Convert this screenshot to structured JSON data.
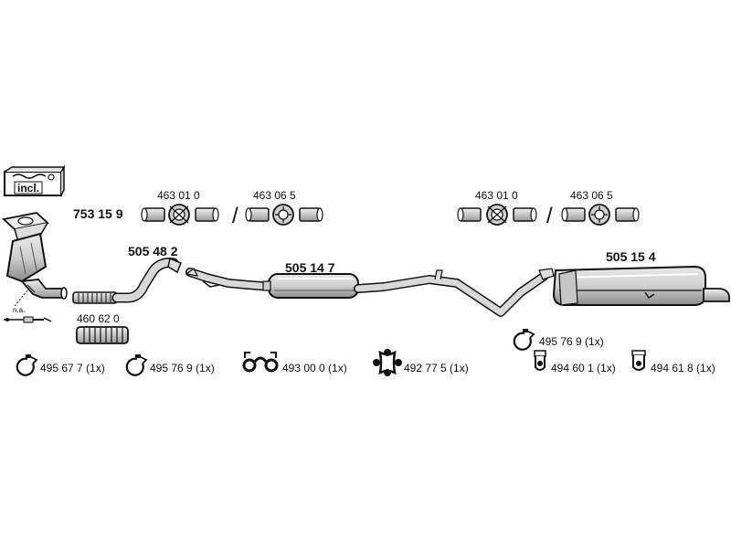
{
  "colors": {
    "ink": "#111111",
    "fill_light": "#dcdcdc",
    "fill_mid": "#9a9a9a",
    "background": "#ffffff"
  },
  "kit_box": {
    "label": "incl."
  },
  "parts": {
    "catalyst": {
      "number": "753 15 9"
    },
    "front_pipe": {
      "number": "505 48 2"
    },
    "flex_pipe": {
      "number": "460 62 0"
    },
    "middle_silencer": {
      "number": "505 14 7"
    },
    "rear_silencer": {
      "number": "505 15 4"
    },
    "sensor_note": "n.a."
  },
  "clamp_sets": {
    "left": {
      "number_a": "463 01 0",
      "number_b": "463 06 5",
      "separator": "/"
    },
    "right": {
      "number_a": "463 01 0",
      "number_b": "463 06 5",
      "separator": "/"
    }
  },
  "fittings": [
    {
      "number": "495 67 7 (1x)",
      "icon": "clamp-icon"
    },
    {
      "number": "495 76 9 (1x)",
      "icon": "clamp-icon"
    },
    {
      "number": "493 00 0 (1x)",
      "icon": "rubber-hanger-icon"
    },
    {
      "number": "492 77 5 (1x)",
      "icon": "rubber-ring-icon"
    },
    {
      "number": "495 76 9 (1x)",
      "icon": "clamp-icon"
    },
    {
      "number": "494 60 1 (1x)",
      "icon": "mounting-bracket-icon"
    },
    {
      "number": "494 61 8 (1x)",
      "icon": "mounting-bracket-icon"
    }
  ]
}
